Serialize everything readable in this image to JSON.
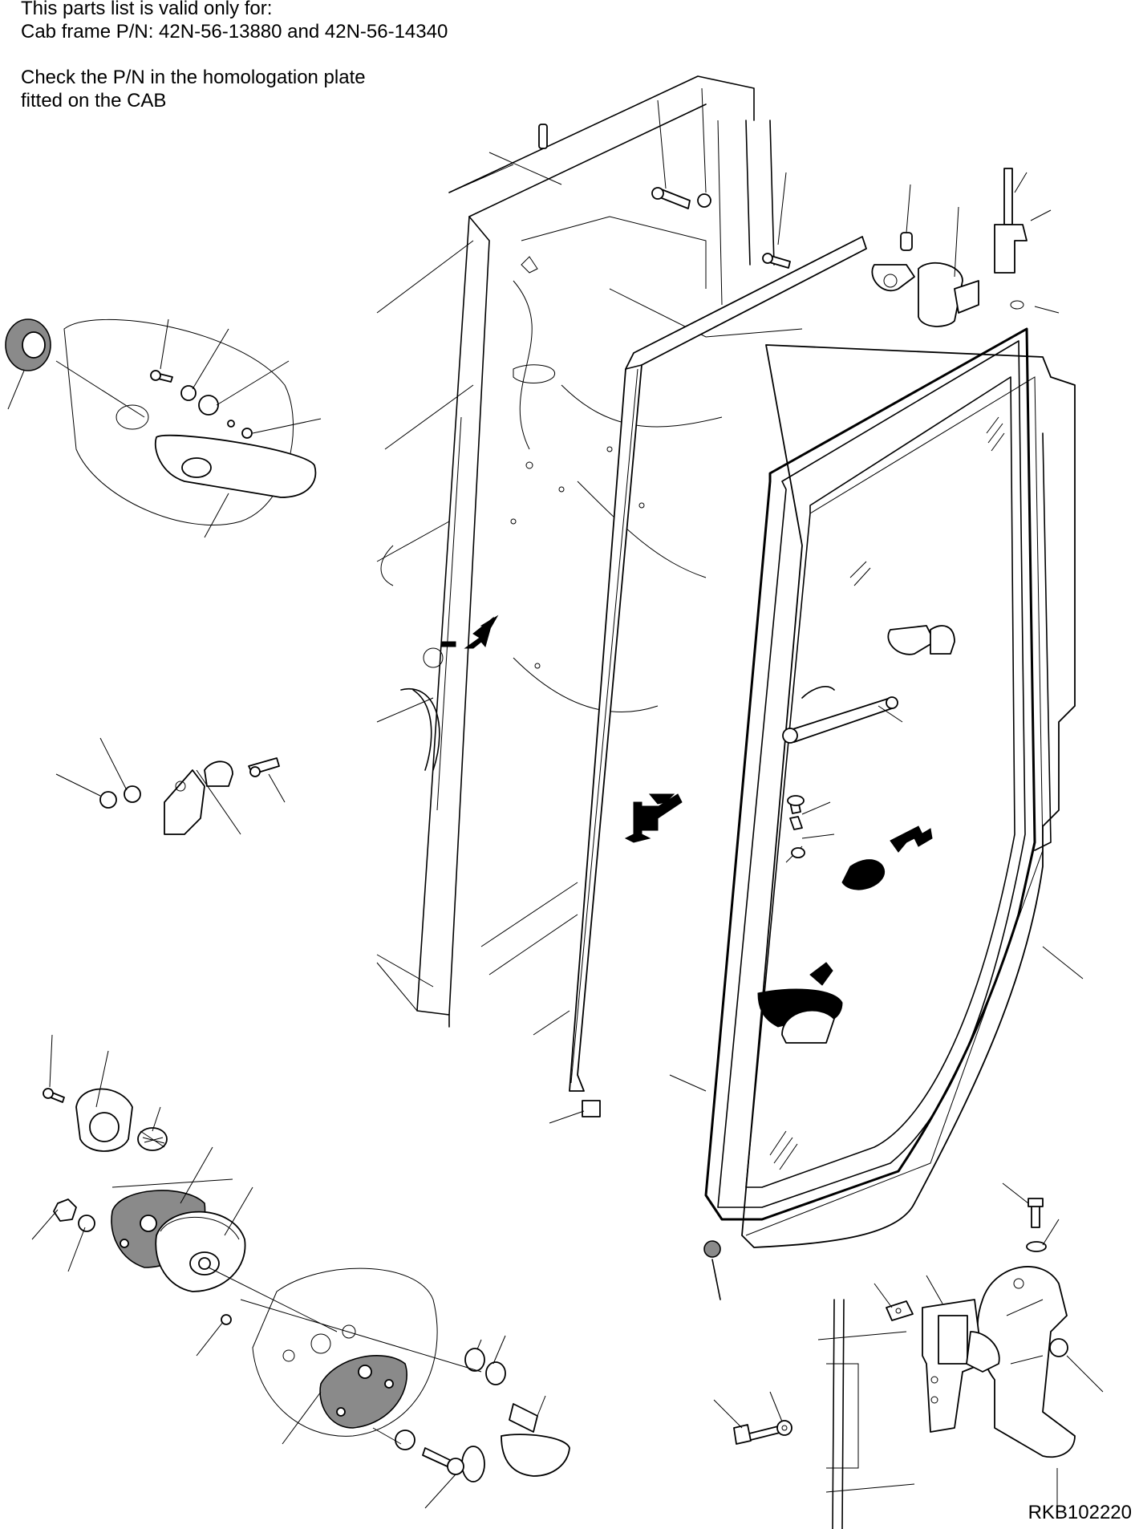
{
  "notes": {
    "line1": "This parts list is valid only for:",
    "line2": "Cab frame P/N: 42N-56-13880 and 42N-56-14340",
    "line3": "Check the P/N in the homologation plate",
    "line4": "fitted on the CAB"
  },
  "reference_code": "RKB102220",
  "colors": {
    "line": "#000000",
    "shading": "#8a8a8a",
    "background": "#ffffff"
  }
}
